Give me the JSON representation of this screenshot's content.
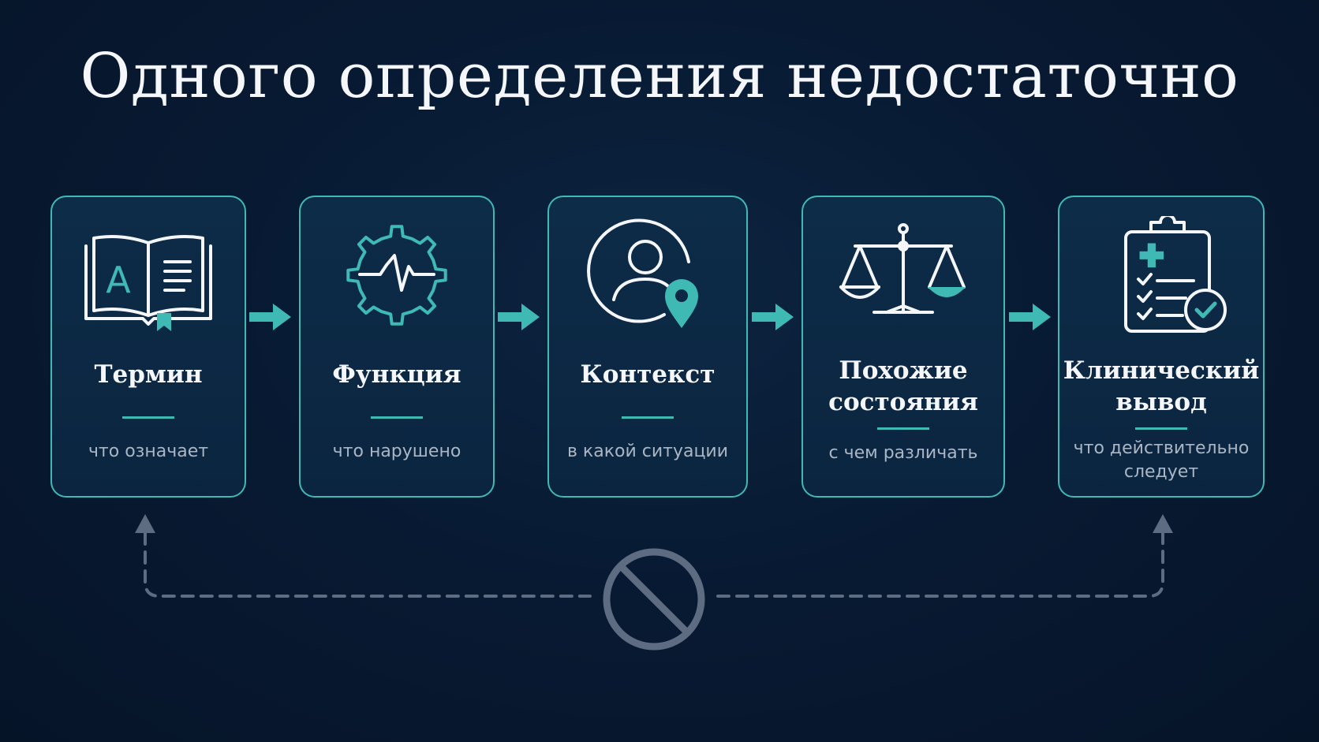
{
  "title": "Одного определения недостаточно",
  "steps": [
    {
      "title": "Термин",
      "subtitle": "что означает",
      "icon": "open-book-icon"
    },
    {
      "title": "Функция",
      "subtitle": "что нарушено",
      "icon": "gear-pulse-icon"
    },
    {
      "title": "Контекст",
      "subtitle": "в какой ситуации",
      "icon": "person-location-icon"
    },
    {
      "title": "Похожие\nсостояния",
      "subtitle": "с чем различать",
      "icon": "balance-scale-icon"
    },
    {
      "title": "Клинический\nвывод",
      "subtitle": "что действительно\nследует",
      "icon": "clipboard-check-icon"
    }
  ],
  "connectors": {
    "flow": "arrow-right-icon",
    "bypass": "prohibited-icon"
  },
  "colors": {
    "background": "#081a33",
    "accent": "#3fb9b4",
    "text": "#f4f6fa",
    "subtext": "#aab6c4",
    "muted": "#5d6c80"
  }
}
